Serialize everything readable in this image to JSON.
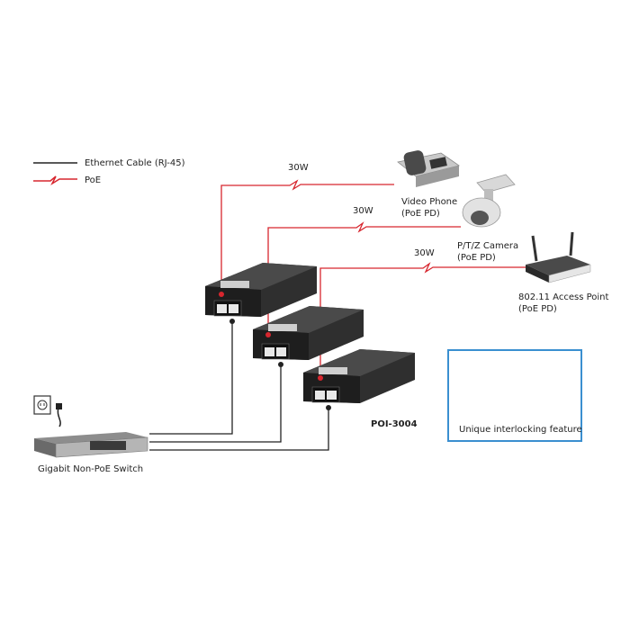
{
  "legend": {
    "ethernet_label": "Ethernet Cable (RJ-45)",
    "poe_label": "PoE"
  },
  "links": {
    "power_1": "30W",
    "power_2": "30W",
    "power_3": "30W"
  },
  "devices": {
    "video_phone": {
      "line1": "Video Phone",
      "line2": "(PoE PD)"
    },
    "ptz_camera": {
      "line1": "P/T/Z Camera",
      "line2": "(PoE PD)"
    },
    "access_point": {
      "line1": "802.11 Access Point",
      "line2": "(PoE PD)"
    },
    "switch": {
      "label": "Gigabit Non-PoE Switch"
    },
    "injector": {
      "model": "POI-3004"
    }
  },
  "inset": {
    "caption": "Unique interlocking feature",
    "border_color": "#3a8fd0"
  },
  "colors": {
    "poe_line": "#d7262e",
    "ethernet_line": "#222222",
    "injector_body": "#2a2a2a"
  }
}
